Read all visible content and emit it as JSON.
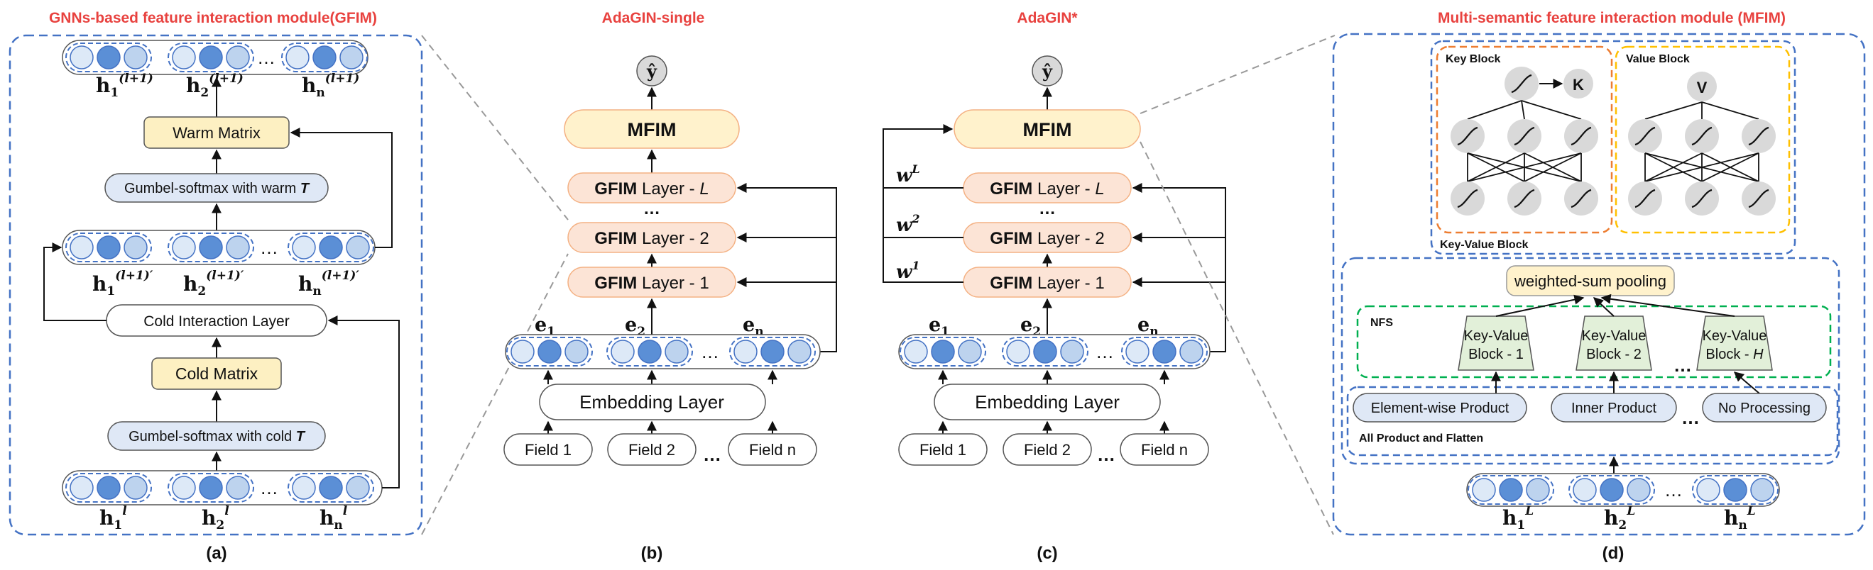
{
  "titles": {
    "gfim_module": "GNNs-based feature interaction module(GFIM)",
    "adagin_single": "AdaGIN-single",
    "adagin_star": "AdaGIN*",
    "mfim_module": "Multi-semantic feature interaction module (MFIM)"
  },
  "captions": {
    "a": "(a)",
    "b": "(b)",
    "c": "(c)",
    "d": "(d)"
  },
  "panel_a": {
    "warm_matrix": "Warm Matrix",
    "gumbel_warm": "Gumbel-softmax with warm ",
    "T": "T",
    "cold_interaction": "Cold Interaction Layer",
    "cold_matrix": "Cold Matrix",
    "gumbel_cold": "Gumbel-softmax with cold ",
    "h_base": "h",
    "sub1": "1",
    "sub2": "2",
    "subn": "n",
    "sup_next": "(l+1)",
    "sup_prime": "(l+1)′",
    "sup_l": "l",
    "ellipsis": "…"
  },
  "panel_b": {
    "yhat": "ŷ",
    "mfim": "MFIM",
    "layer_bold": "GFIM",
    "layer_L": " Layer - ",
    "L": "L",
    "layer2": " Layer - 2",
    "layer1": " Layer - 1",
    "dots": "…",
    "e_base": "e",
    "embedding": "Embedding Layer",
    "field1": "Field 1",
    "field2": "Field 2",
    "fieldn": "Field n"
  },
  "panel_c": {
    "w_base": "w",
    "wL": "L",
    "w2": "2",
    "w1": "1"
  },
  "panel_d": {
    "key_block": "Key Block",
    "value_block": "Value Block",
    "K": "K",
    "V": "V",
    "kv_block": "Key-Value Block",
    "pooling": "weighted-sum pooling",
    "nfs": "NFS",
    "kv1_a": "Key-Value",
    "kv1_b": "Block - 1",
    "kv2_a": "Key-Value",
    "kv2_b": "Block - 2",
    "kvh_a": "Key-Value",
    "kvh_b": "Block - ",
    "H": "H",
    "elementwise": "Element-wise Product",
    "inner": "Inner Product",
    "noproc": "No Processing",
    "all_product": "All Product and Flatten",
    "sup_L": "L"
  },
  "colors": {
    "title_red": "#e8423f",
    "dashed_blue": "#4472c4",
    "warm_yellow": "#fdf0c2",
    "gumbel_blue": "#dfe8f6",
    "gfim_peach": "#fce4d6",
    "gfim_border": "#f4b183",
    "mfim_fill": "#fff2cc",
    "node_dark": "#5b8fd6",
    "node_light": "#bdd3ee",
    "node_pale": "#dde9f7",
    "key_orange": "#ed7d31",
    "value_gold": "#ffc000",
    "nfs_green": "#00b050",
    "neuron_gray": "#d9d9d9"
  }
}
